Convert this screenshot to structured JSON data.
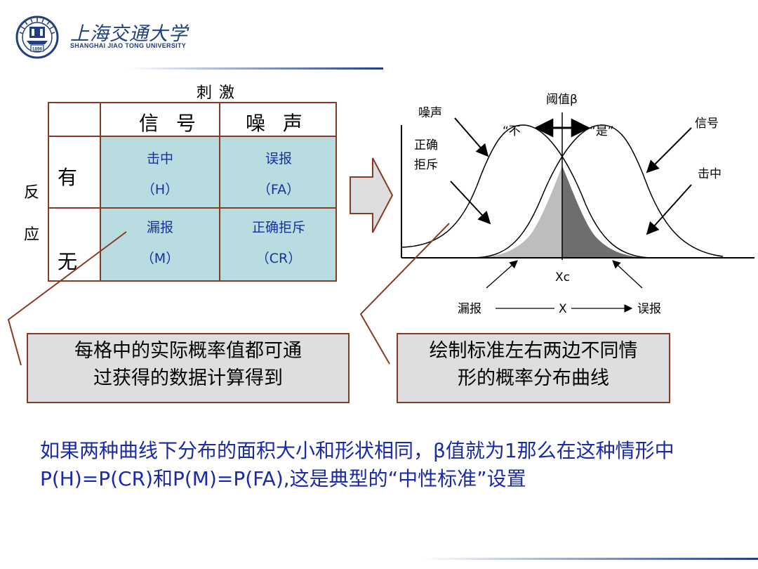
{
  "header": {
    "logo_cn": "上海交通大学",
    "logo_en": "SHANGHAI JIAO TONG UNIVERSITY",
    "emblem_year": "1896",
    "brand_color": "#1f3f7f"
  },
  "matrix": {
    "stimulus_label": "刺激",
    "response_label_1": "反",
    "response_label_2": "应",
    "col_headers": [
      "信 号",
      "噪 声"
    ],
    "row_headers": [
      "有",
      "无"
    ],
    "cells": [
      [
        {
          "line1": "击中",
          "line2": "（H）"
        },
        {
          "line1": "误报",
          "line2": "（FA）"
        }
      ],
      [
        {
          "line1": "漏报",
          "line2": "（M）"
        },
        {
          "line1": "正确拒斥",
          "line2": "（CR）"
        }
      ]
    ],
    "cell_color": "#b9dce0",
    "border_color": "#8a3a22"
  },
  "chart": {
    "threshold": "阈值β",
    "noise": "噪声",
    "signal": "信号",
    "correct_rejection_1": "正确",
    "correct_rejection_2": "拒斥",
    "hit": "击中",
    "no": "“不",
    "yes": "“是”",
    "xc": "Xc",
    "miss": "漏报",
    "x": "X",
    "false_alarm": "误报"
  },
  "notes": {
    "left_line1": "每格中的实际概率值都可通",
    "left_line2": "过获得的数据计算得到",
    "right_line1": "绘制标准左右两边不同情",
    "right_line2": "形的概率分布曲线"
  },
  "bottom_text": "如果两种曲线下分布的面积大小和形状相同，β值就为1那么在这种情形中P(H)=P(CR)和P(M)=P(FA),这是典型的“中性标准”设置",
  "accent_text_color": "#1a2aa8"
}
